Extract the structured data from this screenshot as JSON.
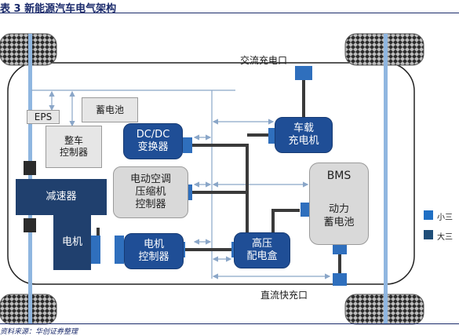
{
  "title": "表 3 新能源汽车电气架构",
  "source": "资料来源：华创证券整理",
  "labels": {
    "ac_port": "交流充电口",
    "dc_port": "直流快充口"
  },
  "components": {
    "eps": "EPS",
    "aux_battery": "蓄电池",
    "vcu": "整车\n控制器",
    "dcdc": "DC/DC\n变换器",
    "onboard_charger": "车载\n充电机",
    "reducer": "减速器",
    "ac_compressor": "电动空调\n压缩机\n控制器",
    "bms": "BMS",
    "power_battery": "动力\n蓄电池",
    "motor": "电机",
    "motor_controller": "电机\n控制器",
    "hv_pdu": "高压\n配电盒"
  },
  "legend": [
    {
      "label": "小三",
      "color": "#1f6fc4"
    },
    {
      "label": "大三",
      "color": "#1f4e79"
    }
  ]
}
